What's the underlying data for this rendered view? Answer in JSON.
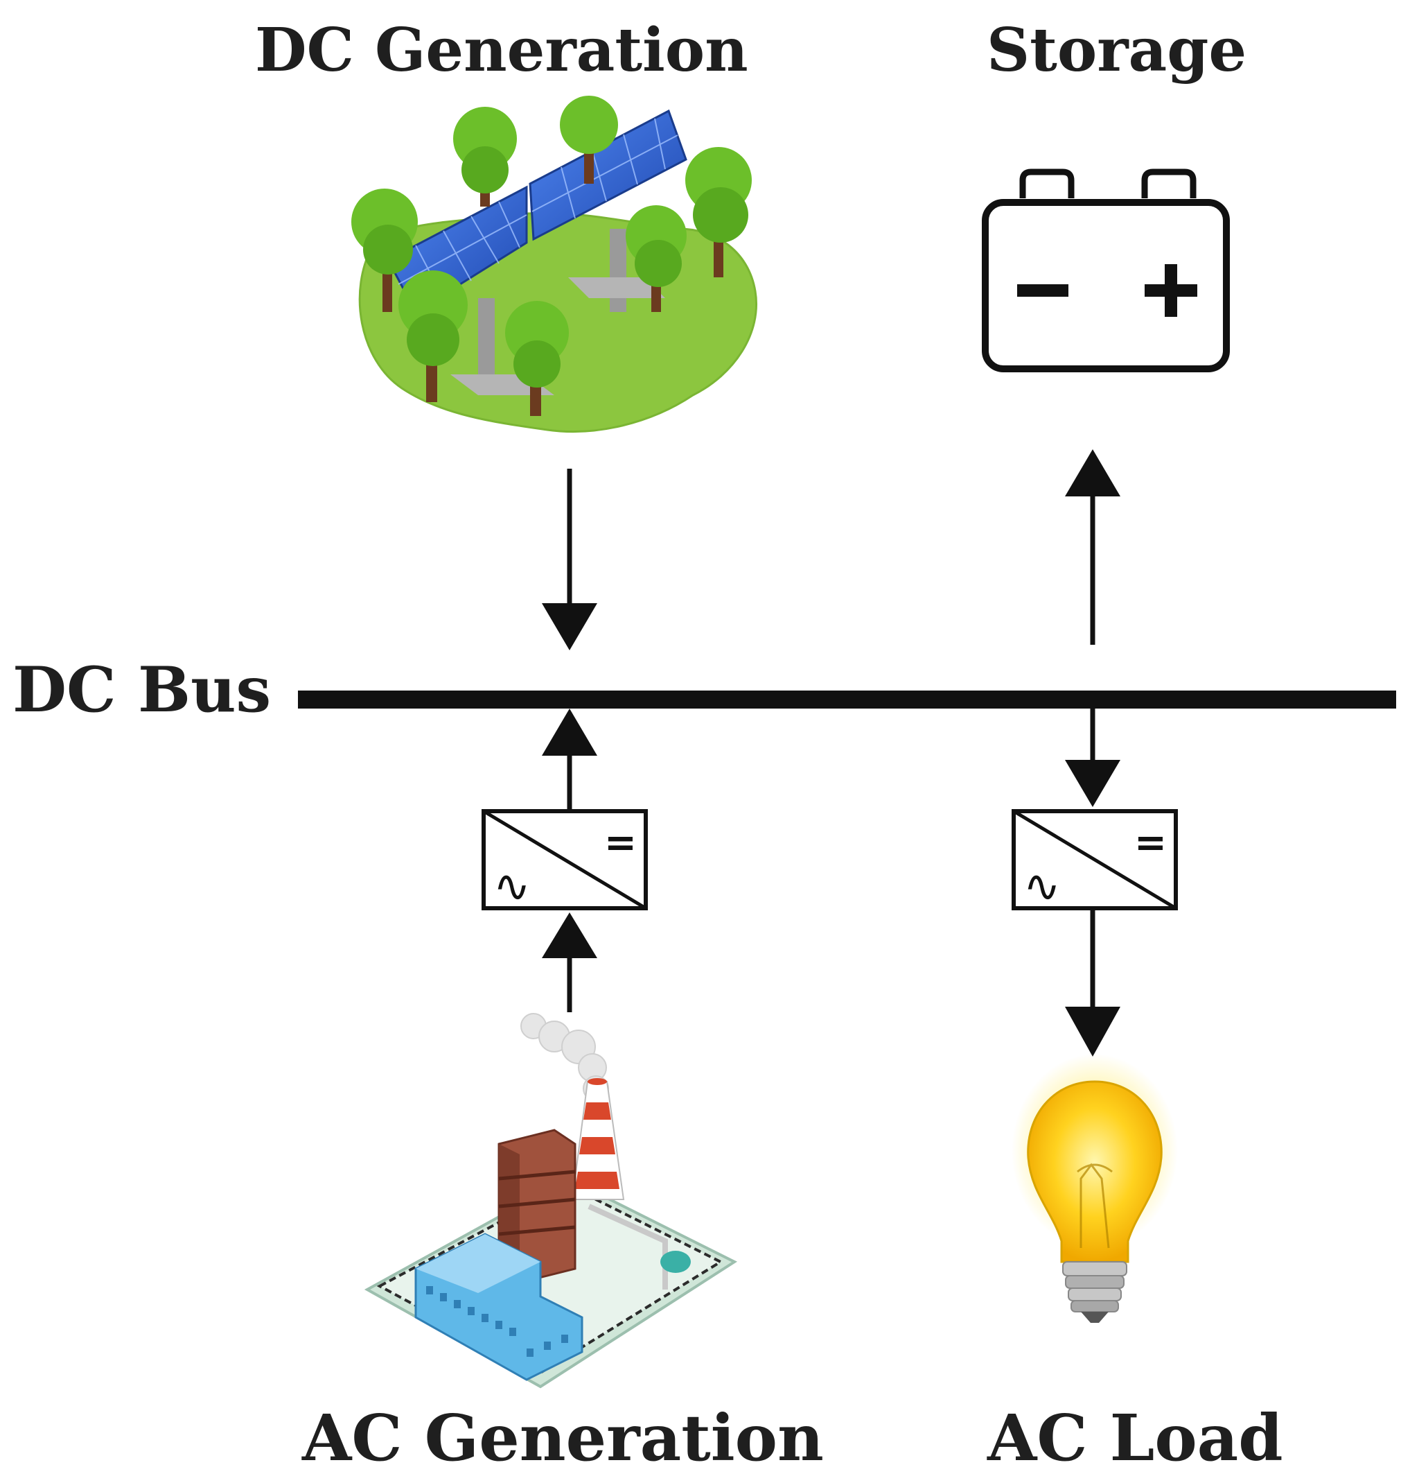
{
  "labels": {
    "dc_generation": "DC Generation",
    "storage": "Storage",
    "dc_bus": "DC Bus",
    "ac_generation": "AC Generation",
    "ac_load": "AC Load"
  },
  "converter": {
    "ac_symbol": "∿",
    "dc_symbol": "="
  },
  "colors": {
    "line": "#111111",
    "grass": "#8cc63f",
    "panel": "#2f5fd0",
    "tree": "#6cbf2a",
    "bulb": "#ffd21f",
    "chimney_red": "#d9472b",
    "building_brown": "#a0523d",
    "building_blue": "#5fb8e8"
  },
  "icons": [
    "solar-farm-icon",
    "battery-icon",
    "power-plant-icon",
    "light-bulb-icon",
    "ac-dc-converter-icon"
  ]
}
